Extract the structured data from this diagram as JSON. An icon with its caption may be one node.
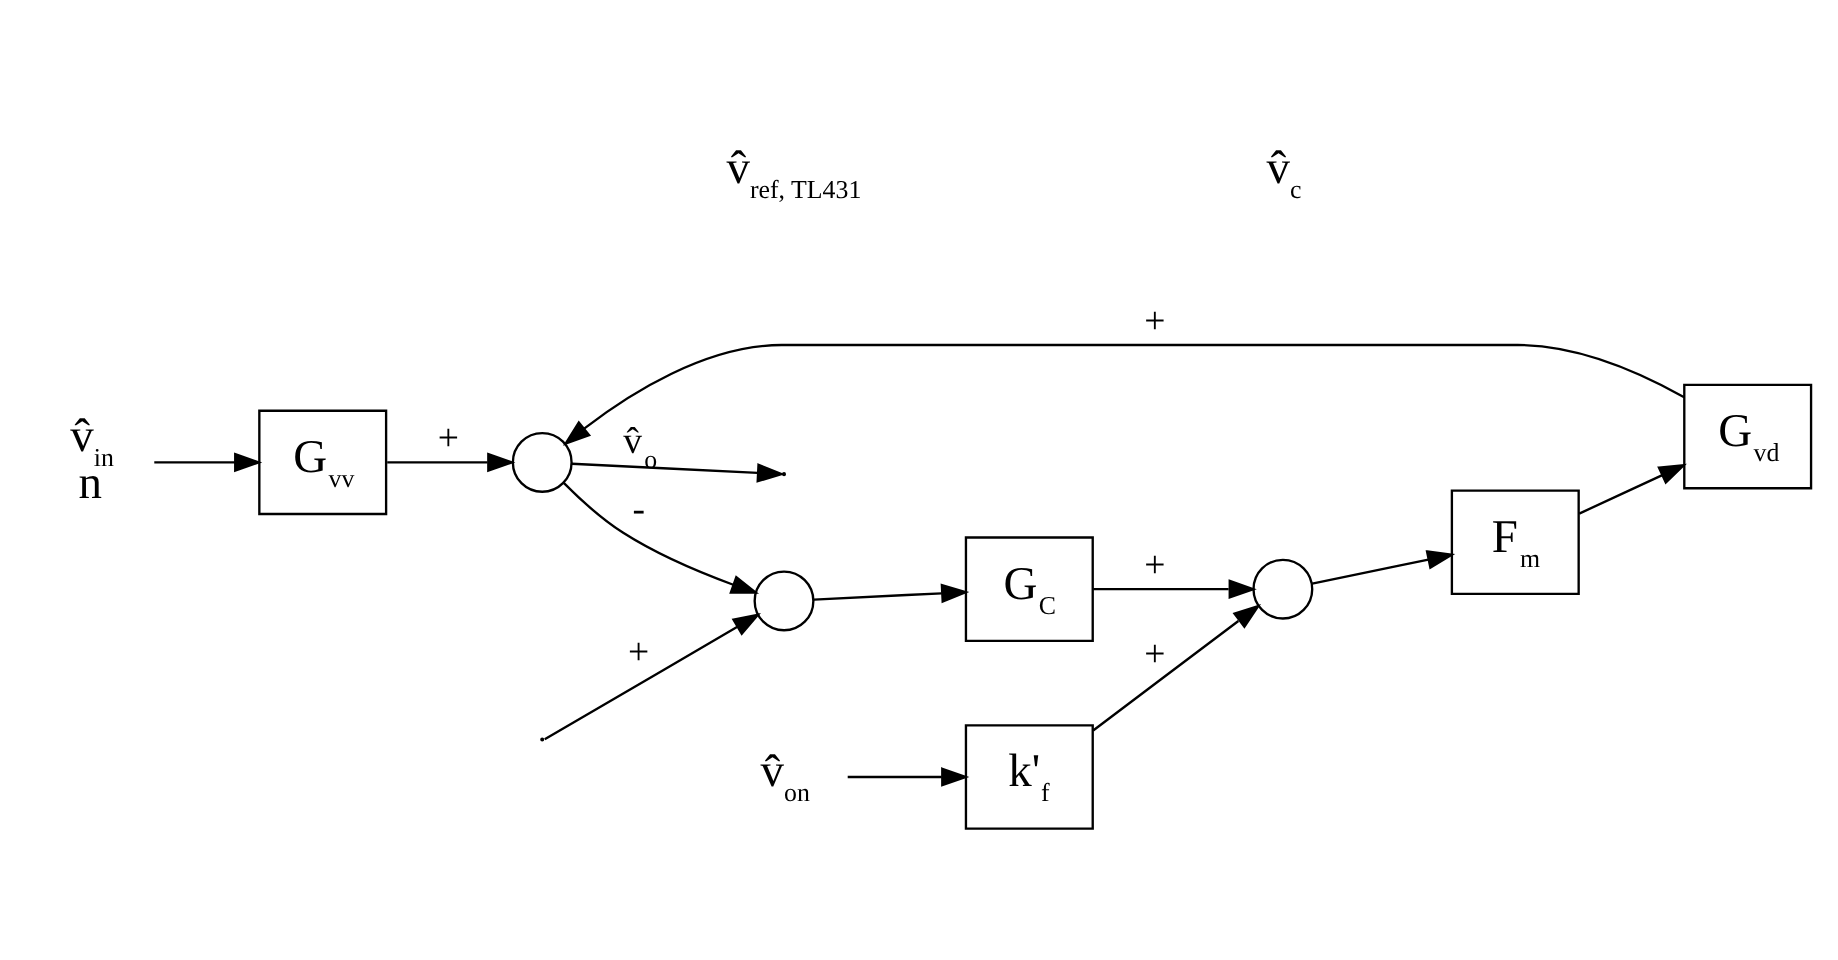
{
  "diagram": {
    "nodes": [
      {
        "text": [
          "v̂$_{in}$",
          "n"
        ]
      },
      {
        "text": [
          "G$_{vv}$"
        ]
      },
      {
        "text": [],
        "shape": "circle"
      },
      {
        "text": [],
        "shape": "circle"
      },
      {
        "text": [
          "G$_{vd}$"
        ]
      },
      {
        "text": [
          "G$_{C}$"
        ]
      },
      {
        "text": [
          "F$_{m}$"
        ]
      },
      {
        "text": [],
        "shape": "circle"
      },
      {
        "text": [
          "v̂$_{on}$"
        ]
      },
      {
        "text": [
          "k'$_{f}$"
        ]
      }
    ],
    "edges": [
      {
        "from": 0,
        "to": 1,
        "arrow": "to"
      },
      {
        "from": 1,
        "to": 2,
        "arrow": "to",
        "label": "+"
      },
      {
        "from": 2,
        "to": null,
        "arrow": "to",
        "label": "v̂$_{o}$"
      },
      {
        "from": 2,
        "to": 3,
        "arrow": "to",
        "label": "-"
      },
      {
        "from": null,
        "to": 3,
        "arrow": "to",
        "label": "+"
      },
      {
        "from": 3,
        "to": 5,
        "arrow": "to"
      },
      {
        "from": 5,
        "to": 7,
        "arrow": "to",
        "label": "+"
      },
      {
        "from": 7,
        "to": 6,
        "arrow": "to"
      },
      {
        "from": 6,
        "to": 4,
        "arrow": "to"
      },
      {
        "from": 4,
        "to": 2,
        "arrow": "to",
        "label": "+"
      },
      {
        "from": 8,
        "to": 9,
        "arrow": "to"
      },
      {
        "from": 9,
        "to": 7,
        "arrow": "to",
        "label": "+"
      }
    ],
    "labels": [
      "v̂$_{ref, TL431}$",
      "v̂$_{c}$"
    ]
  }
}
